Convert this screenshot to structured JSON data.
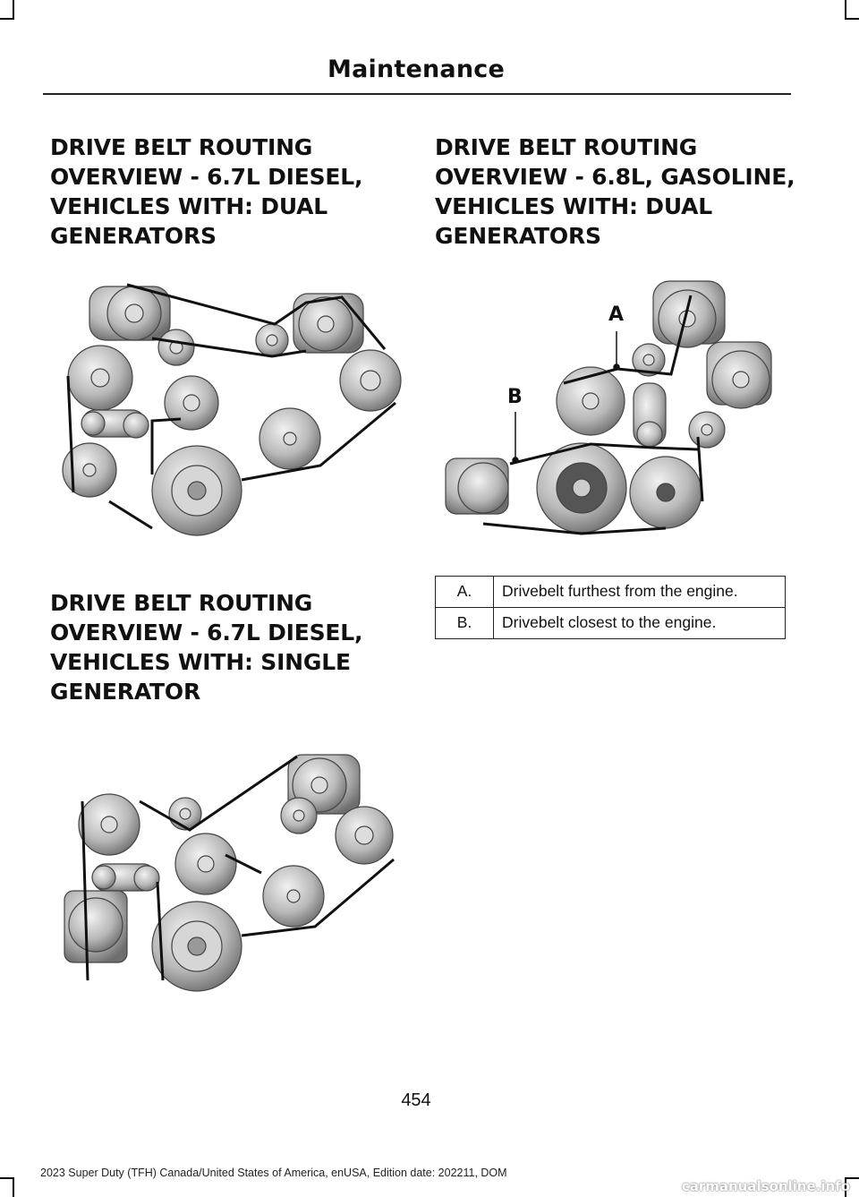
{
  "header": {
    "title": "Maintenance"
  },
  "sections": [
    {
      "title": "DRIVE BELT ROUTING OVERVIEW - 6.7L DIESEL, VEHICLES WITH: DUAL GENERATORS"
    },
    {
      "title": "DRIVE BELT ROUTING OVERVIEW - 6.8L, GASOLINE, VEHICLES WITH: DUAL GENERATORS"
    },
    {
      "title": "DRIVE BELT ROUTING OVERVIEW - 6.7L DIESEL, VEHICLES WITH: SINGLE GENERATOR"
    }
  ],
  "figure_labels": {
    "a": "A",
    "b": "B"
  },
  "legend": [
    {
      "key": "A.",
      "text": "Drivebelt furthest from the engine."
    },
    {
      "key": "B.",
      "text": "Drivebelt closest to the engine."
    }
  ],
  "page_number": "454",
  "footer": "2023 Super Duty (TFH) Canada/United States of America, enUSA, Edition date: 202211, DOM",
  "watermark": "carmanualsonline.info"
}
